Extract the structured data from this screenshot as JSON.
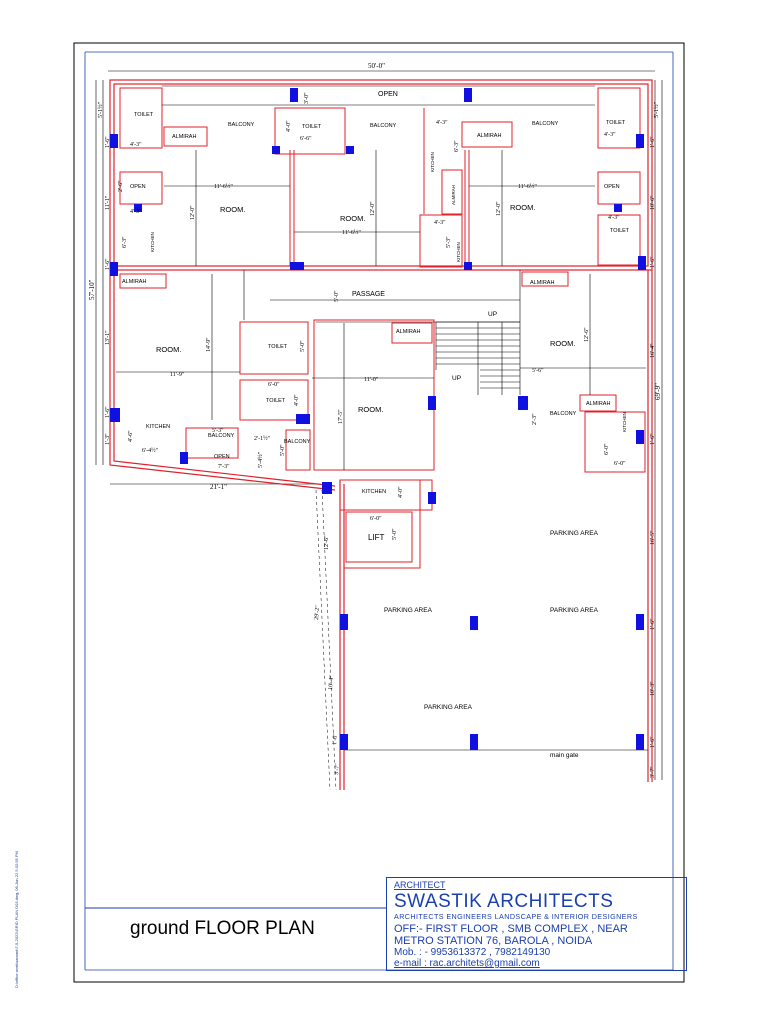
{
  "drawing": {
    "title": "ground  FLOOR PLAN",
    "side_stamp": "D:\\office work\\samant\\7-5-2022\\GRID PLAN D03.dwg, 06-Jun-22 5:32:55 PM"
  },
  "title_block": {
    "role": "ARCHITECT",
    "firm_name": "SWASTIK ARCHITECTS",
    "tagline": "ARCHITECTS  ENGINEERS  LANDSCAPE  &  INTERIOR DESIGNERS",
    "address_line1": "OFF:- FIRST FLOOR , SMB COMPLEX , NEAR",
    "address_line2": "METRO STATION 76, BAROLA , NOIDA",
    "mobile": "Mob. : - 9953613372 , 7982149130",
    "email": "e-mail : rac.architets@gmail.com"
  },
  "rooms": {
    "open_top": "OPEN",
    "toilet_tl": "TOILET",
    "almirah_tl": "ALMIRAH",
    "balcony_tl": "BALCONY",
    "toilet_tc": "TOILET",
    "balcony_tc": "BALCONY",
    "almirah_tr": "ALMIRAH",
    "balcony_tr": "BALCONY",
    "toilet_tr": "TOILET",
    "open_l": "OPEN",
    "room_tl": "ROOM.",
    "kitchen_tl": "KITCHEN",
    "room_tc": "ROOM.",
    "kitchen_tc1": "KITCHEN",
    "almirah_tc": "ALMIRAH",
    "kitchen_tc2": "KITCHEN",
    "room_tr": "ROOM.",
    "open_r": "OPEN",
    "toilet_r": "TOILET",
    "passage": "PASSAGE",
    "almirah_ml": "ALMIRAH",
    "almirah_mr": "ALMIRAH",
    "room_ml": "ROOM.",
    "toilet_m1": "TOILET",
    "toilet_m2": "TOILET",
    "almirah_mc": "ALMIRAH",
    "up1": "UP",
    "up2": "UP",
    "room_mc": "ROOM.",
    "room_mr": "ROOM.",
    "kitchen_ml": "KITCHEN",
    "balcony_ml": "BALCONY",
    "balcony_mc": "BALCONY",
    "open_bl": "OPEN",
    "balcony_mr": "BALCONY",
    "almirah_mr2": "ALMIRAH",
    "kitchen_mr": "KITCHEN",
    "kitchen_c": "KITCHEN",
    "lift": "LIFT",
    "parking1": "PARKING AREA",
    "parking2": "PARKING AREA",
    "parking3": "PARKING AREA",
    "parking4": "PARKING AREA",
    "main_gate": "main gate"
  },
  "dims": {
    "top_width": "50'-0\"",
    "left_total": "57'-10\"",
    "right_total": "69'-9\"",
    "bottom_width": "21'-1\"",
    "l1": "5'-1½\"",
    "l2": "1'-6\"",
    "l3": "2'-6\"",
    "l4": "11'-1\"",
    "l5": "1'-6\"",
    "l6": "13'-1\"",
    "l7": "1'-6\"",
    "l8": "1'-3\"",
    "r1": "5'-1½\"",
    "r2": "1'-6\"",
    "r3": "10'-6\"",
    "r4": "1'-6\"",
    "r5": "16'-4\"",
    "r6": "1'-6\"",
    "r7": "16'-5\"",
    "r8": "1'-6\"",
    "r9": "10'-3\"",
    "r10": "1'-6\"",
    "r11": "3'-7\"",
    "d_4_3a": "4'-3\"",
    "d_4_3b": "4'-3\"",
    "d_4_3c": "4'-3\"",
    "d_4_3d": "4'-3\"",
    "d_4_3e": "4'-3\"",
    "d_4_3f": "4'-3\"",
    "d_3_0": "3'-0\"",
    "d_4_0a": "4'-0\"",
    "d_6_6": "6'-6\"",
    "d_11_6a": "11'-6½\"",
    "d_11_6b": "11'-6½\"",
    "d_11_6c": "11'-6½\"",
    "d_12_0a": "12'-0\"",
    "d_12_0b": "12'-0\"",
    "d_12_0c": "12'-0\"",
    "d_6_3a": "6'-3\"",
    "d_6_3b": "6'-3\"",
    "d_5_3": "5'-3\"",
    "d_5_0a": "5'-0\"",
    "d_11_9": "11'-9\"",
    "d_14_9": "14'-9\"",
    "d_5_0b": "5'-0\"",
    "d_6_0a": "6'-0\"",
    "d_4_0b": "4'-0\"",
    "d_11_0": "11'-0\"",
    "d_17_5": "17'-5\"",
    "d_12_6": "12'-6\"",
    "d_5_6": "5'-6\"",
    "d_6_0b": "6'-0\"",
    "d_2_3": "2'-3\"",
    "d_6_0c": "6'-0\"",
    "d_4_6": "4'-6\"",
    "d_6_4": "6'-4½\"",
    "d_5_3b": "5'-3\"",
    "d_5_0c": "5'-0\"",
    "d_2_1": "2'-1½\"",
    "d_7_3": "7'-3\"",
    "d_5_4": "5'-4½\"",
    "d_4_0c": "4'-0\"",
    "d_6_0d": "6'-0\"",
    "d_5_0d": "5'-0\"",
    "d_12_6b": "12'-6\"",
    "d_29_2": "29'-2\"",
    "d_10_4": "10'-4\"",
    "d_1_6": "1'-6\"",
    "d_3_7": "3'-7\""
  }
}
